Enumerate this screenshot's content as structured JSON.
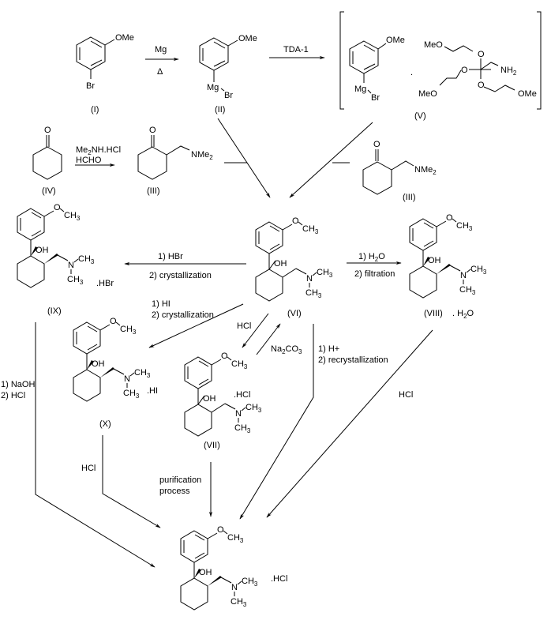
{
  "title": "Synthesis scheme: tramadol hydrochloride salts via Grignard addition",
  "compounds": {
    "I": {
      "label": "(I)",
      "substituents": [
        "OMe",
        "Br"
      ]
    },
    "II": {
      "label": "(II)",
      "substituents": [
        "OMe",
        "Mg",
        "Br"
      ]
    },
    "V": {
      "label": "(V)",
      "substituents": [
        "OMe",
        "Mg",
        "Br",
        "MeO",
        "MeO",
        "OMe",
        "O",
        "O",
        "O",
        "NH",
        "2"
      ],
      "separator": "."
    },
    "IV": {
      "label": "(IV)",
      "substituents": [
        "O"
      ]
    },
    "III": {
      "label": "(III)",
      "substituents": [
        "O",
        "NMe",
        "2"
      ]
    },
    "III_b": {
      "label": "(III)",
      "substituents": [
        "O",
        "NMe",
        "2"
      ]
    },
    "VI": {
      "label": "(VI)",
      "substituents": [
        "O",
        "CH",
        "3",
        "OH",
        "N",
        "CH",
        "3",
        "CH",
        "3"
      ]
    },
    "VIII": {
      "label": "(VIII)",
      "salt": ". H",
      "salt_sub": "2",
      "salt_end": "O",
      "substituents": [
        "O",
        "CH",
        "3",
        "OH",
        "N",
        "CH",
        "3",
        "CH",
        "3"
      ]
    },
    "IX": {
      "label": "(IX)",
      "salt": ".HBr",
      "substituents": [
        "O",
        "CH",
        "3",
        "OH",
        "N",
        "CH",
        "3",
        "CH",
        "3"
      ]
    },
    "X": {
      "label": "(X)",
      "salt": ".HI",
      "substituents": [
        "O",
        "CH",
        "3",
        "OH",
        "N",
        "CH",
        "3",
        "CH",
        "3"
      ]
    },
    "VII": {
      "label": "(VII)",
      "salt": ".HCl",
      "substituents": [
        "O",
        "CH",
        "3",
        "OH",
        "N",
        "CH",
        "3",
        "CH",
        "3"
      ]
    },
    "final": {
      "label": "",
      "salt": ".HCl",
      "substituents": [
        "O",
        "CH",
        "3",
        "OH",
        "N",
        "CH",
        "3",
        "CH",
        "3"
      ]
    }
  },
  "reagents": {
    "I_to_II": {
      "above": "Mg",
      "below": "Δ"
    },
    "II_to_V": {
      "above": "TDA-1"
    },
    "IV_to_III": {
      "line1": "Me",
      "line1_sub": "2",
      "line1_end": "NH.HCl",
      "line2": "HCHO"
    },
    "VI_to_IX": {
      "line1": "1) HBr",
      "line2": "2) crystallization"
    },
    "VI_to_VIII": {
      "line1": "1) H",
      "line1_sub": "2",
      "line1_end": "O",
      "line2": "2) filtration"
    },
    "VI_to_X": {
      "line1": "1) HI",
      "line2": "2) crystallization"
    },
    "VI_to_VII": {
      "label": "HCl"
    },
    "VII_to_VI": {
      "label": "Na",
      "label_sub": "2",
      "label_mid": "CO",
      "label_sub2": "3"
    },
    "VI_to_final": {
      "line1": "1) H+",
      "line2": "2) recrystallization"
    },
    "IX_to_final": {
      "line1": "1) NaOH",
      "line2": "2) HCl"
    },
    "X_to_final": {
      "label": "HCl"
    },
    "VII_to_final": {
      "line1": "purification",
      "line2": "process"
    },
    "VIII_to_final": {
      "label": "HCl"
    }
  }
}
